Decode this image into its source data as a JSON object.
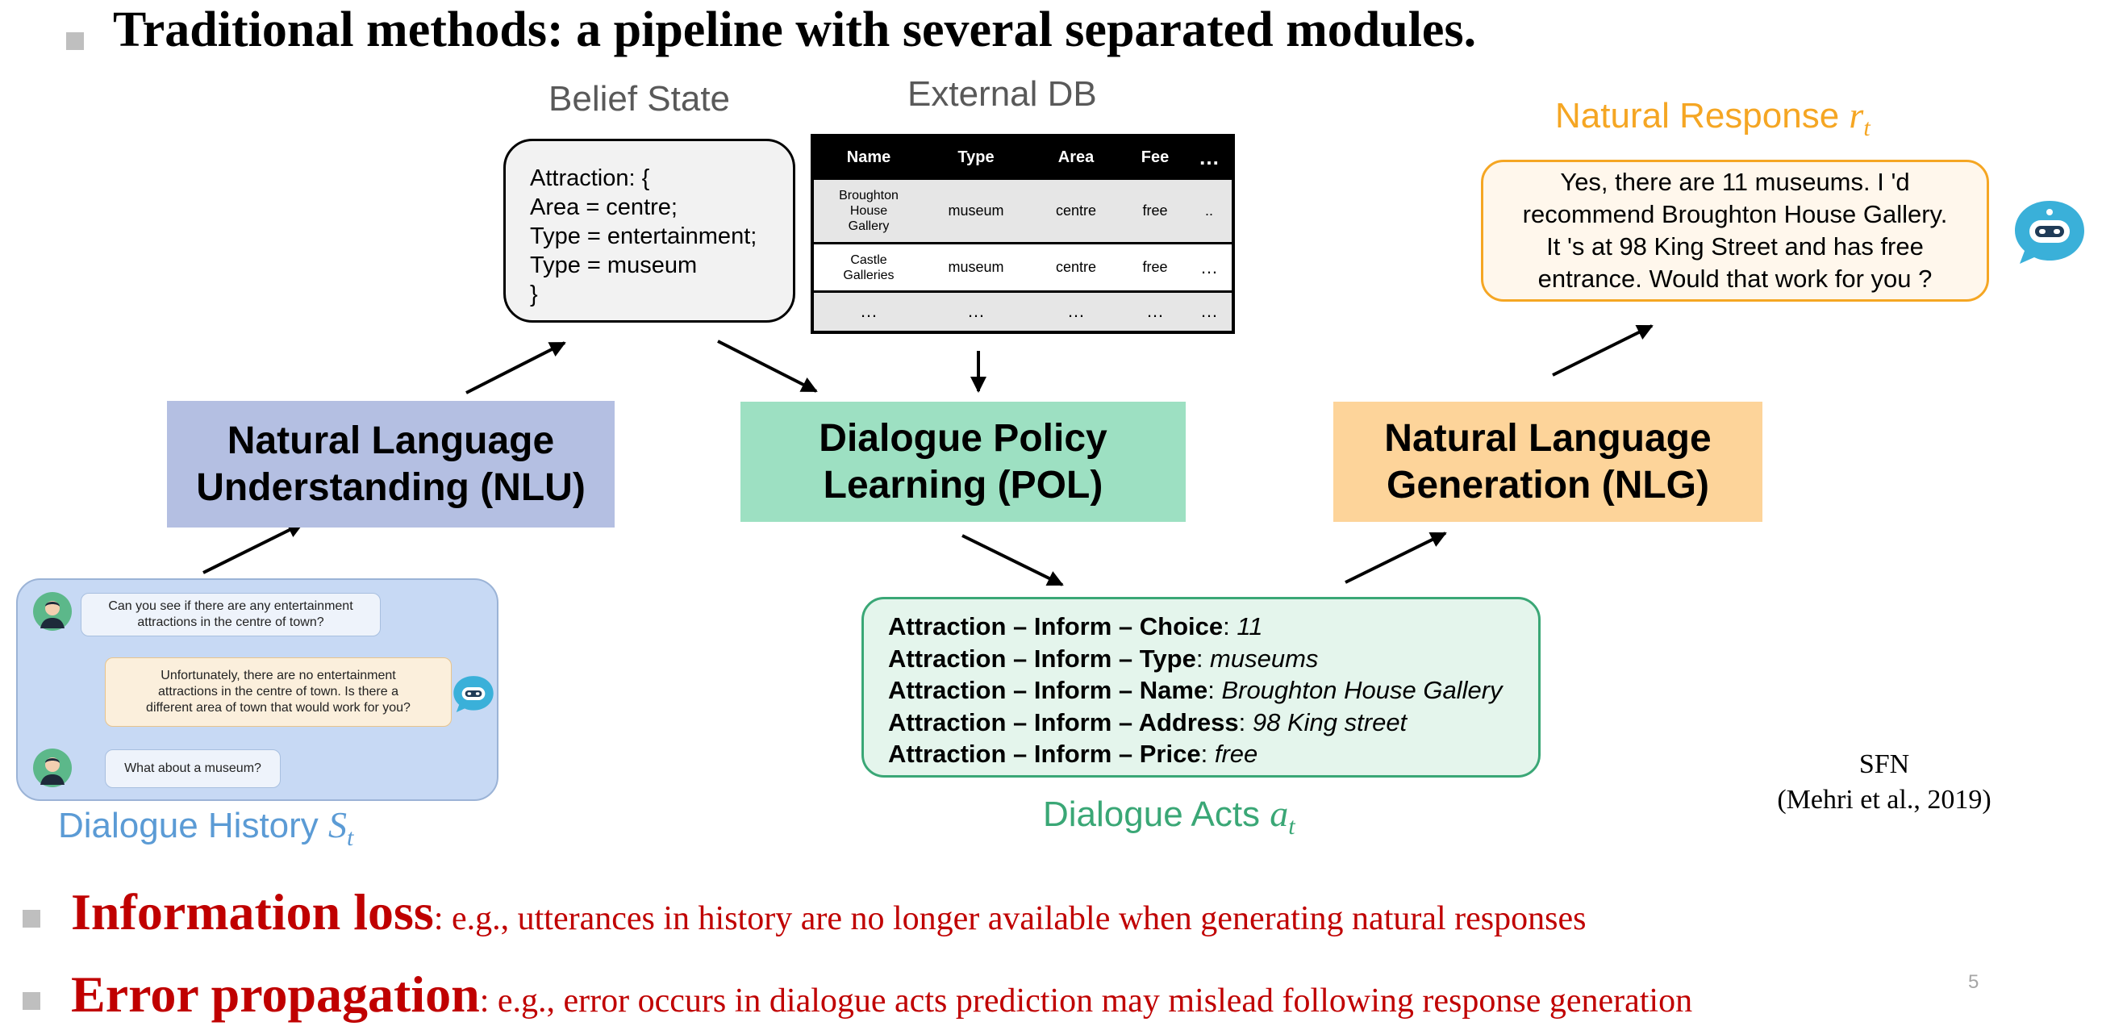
{
  "title": "Traditional methods: a pipeline with several separated modules.",
  "belief_state": {
    "label": "Belief State",
    "lines": [
      "Attraction: {",
      "Area = centre;",
      "Type = entertainment;",
      "Type = museum",
      "}"
    ]
  },
  "external_db": {
    "label": "External DB",
    "headers": [
      "Name",
      "Type",
      "Area",
      "Fee",
      "…"
    ],
    "rows": [
      [
        "Broughton House Gallery",
        "museum",
        "centre",
        "free",
        ".."
      ],
      [
        "Castle Galleries",
        "museum",
        "centre",
        "free",
        "…"
      ],
      [
        "…",
        "…",
        "…",
        "…",
        "…"
      ]
    ]
  },
  "modules": {
    "nlu": [
      "Natural Language",
      "Understanding (NLU)"
    ],
    "pol": [
      "Dialogue Policy",
      "Learning (POL)"
    ],
    "nlg": [
      "Natural Language",
      "Generation (NLG)"
    ]
  },
  "natural_response": {
    "label_text": "Natural Response ",
    "label_var": "r",
    "label_sub": "t",
    "lines": [
      "Yes, there are 11 museums. I 'd",
      "recommend Broughton House Gallery.",
      "It 's at 98 King Street and has free",
      "entrance. Would that work for you ?"
    ]
  },
  "dialogue_acts": {
    "label_text": "Dialogue Acts ",
    "label_var": "a",
    "label_sub": "t",
    "items": [
      {
        "key": "Attraction – Inform – Choice",
        "value": "11"
      },
      {
        "key": "Attraction – Inform – Type",
        "value": "museums"
      },
      {
        "key": "Attraction – Inform – Name",
        "value": "Broughton House Gallery"
      },
      {
        "key": "Attraction – Inform – Address",
        "value": "98 King street"
      },
      {
        "key": "Attraction – Inform – Price",
        "value": "free"
      }
    ]
  },
  "dialogue_history": {
    "label_text": "Dialogue History ",
    "label_var": "S",
    "label_sub": "t",
    "turns": [
      [
        "Can you see if there are any entertainment",
        "attractions in the centre of town?"
      ],
      [
        "Unfortunately, there are no entertainment",
        "attractions in the centre of town. Is there a",
        "different area of town that would work for you?"
      ],
      [
        "What about a museum?"
      ]
    ]
  },
  "citation": [
    "SFN",
    "(Mehri et al., 2019)"
  ],
  "points": [
    {
      "head": "Information loss",
      "text": ": e.g., utterances in history are no longer available when generating natural responses"
    },
    {
      "head": "Error propagation",
      "text": ": e.g., error occurs in dialogue acts prediction may mislead following response generation"
    }
  ],
  "page_number": "5",
  "colors": {
    "nlu": "#b4bfe2",
    "pol": "#9de0c2",
    "nlg": "#fdd49a",
    "response_label": "#f5a623",
    "acts_label": "#3aa776",
    "history_label": "#5b9bd5",
    "points": "#c00000",
    "robot": "#3ab0d9"
  }
}
